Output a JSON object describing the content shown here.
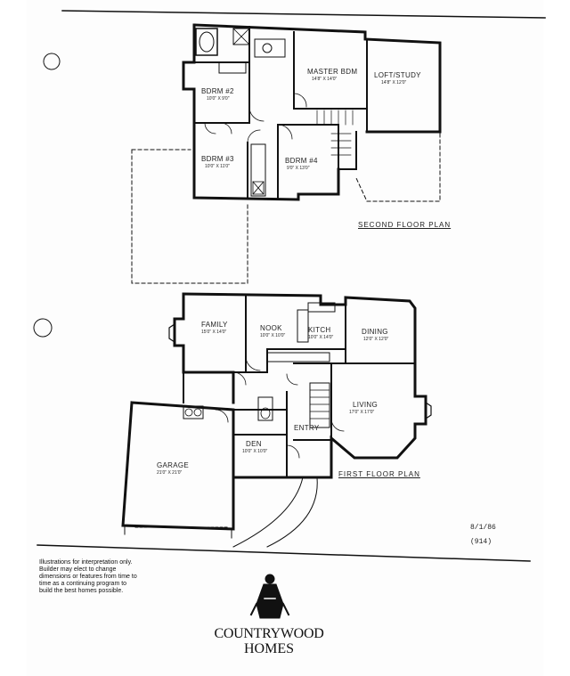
{
  "second_floor": {
    "title": "SECOND FLOOR PLAN",
    "rooms": [
      {
        "name": "MASTER BDM",
        "dim": "14'8\" x 14'0\""
      },
      {
        "name": "LOFT/STUDY",
        "dim": "14'8\" x 12'0\""
      },
      {
        "name": "BDRM #2",
        "dim": "10'0\" x 9'0\""
      },
      {
        "name": "BDRM #3",
        "dim": "10'0\" x 11'0\""
      },
      {
        "name": "BDRM #4",
        "dim": "9'0\" x 13'0\""
      }
    ]
  },
  "first_floor": {
    "title": "FIRST FLOOR PLAN",
    "rooms": [
      {
        "name": "FAMILY",
        "dim": "15'0\" x 14'0\""
      },
      {
        "name": "NOOK",
        "dim": "10'0\" x 10'0\""
      },
      {
        "name": "KITCH",
        "dim": "10'0\" x 14'0\""
      },
      {
        "name": "DINING",
        "dim": "12'0\" x 12'0\""
      },
      {
        "name": "LIVING",
        "dim": "17'0\" x 17'0\""
      },
      {
        "name": "ENTRY",
        "dim": ""
      },
      {
        "name": "DEN",
        "dim": "10'0\" x 10'0\""
      },
      {
        "name": "GARAGE",
        "dim": "21'0\" x 21'0\""
      }
    ]
  },
  "plan_date": "8/1/86",
  "plan_number": "(914)",
  "disclaimer": [
    "Illustrations for interpretation only.",
    "Builder may elect to change",
    "dimensions or features from time to",
    "time as a continuing program to",
    "build the best homes possible."
  ],
  "brand": {
    "line1": "COUNTRYWOOD",
    "line2": "HOMES"
  }
}
